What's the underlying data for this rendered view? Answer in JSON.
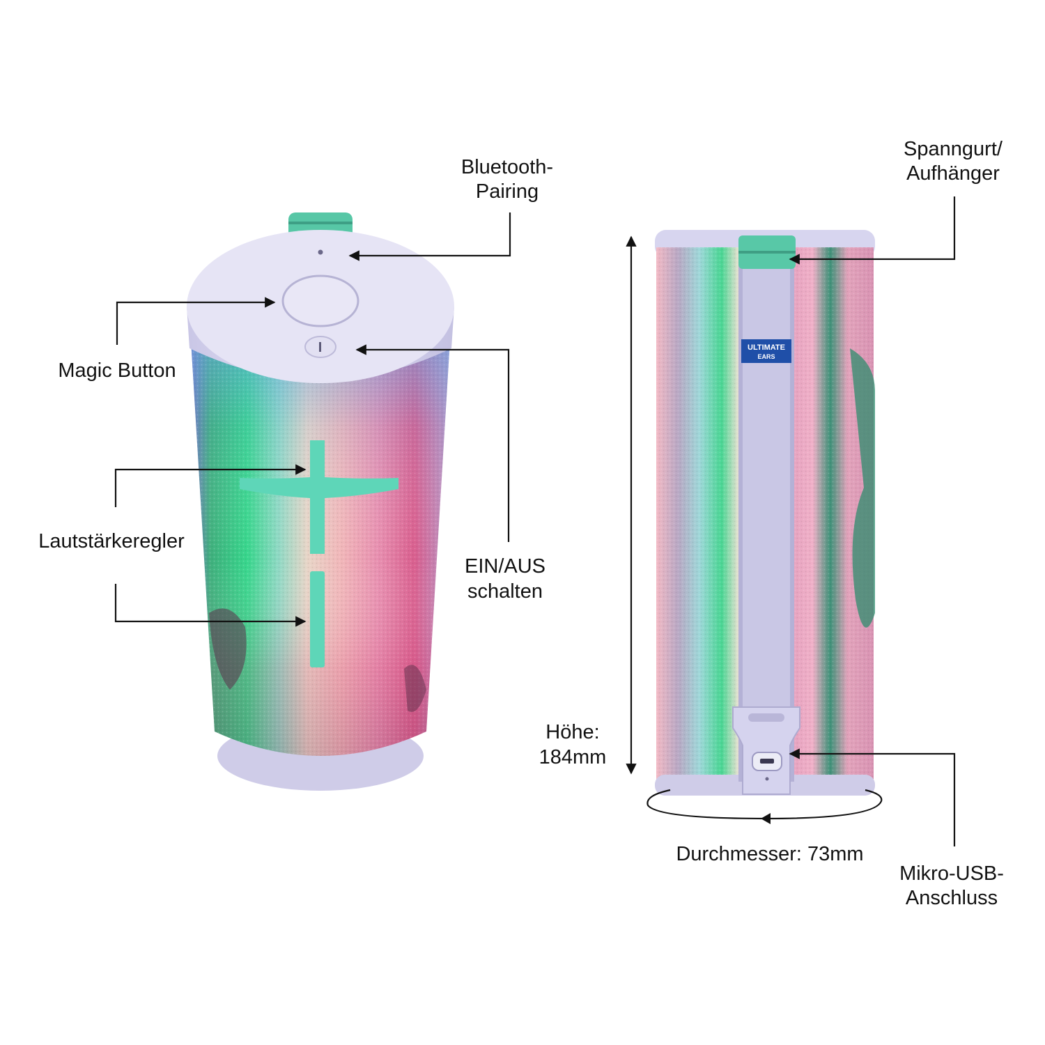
{
  "labels": {
    "bluetooth_line1": "Bluetooth-",
    "bluetooth_line2": "Pairing",
    "magic_button": "Magic Button",
    "volume": "Lautstärkeregler",
    "power_line1": "EIN/AUS",
    "power_line2": "schalten",
    "strap_line1": "Spanngurt/",
    "strap_line2": "Aufhänger",
    "height_line1": "Höhe:",
    "height_line2": "184mm",
    "diameter": "Durchmesser: 73mm",
    "usb_line1": "Mikro-USB-",
    "usb_line2": "Anschluss"
  },
  "brand": {
    "line1": "ULTIMATE",
    "line2": "EARS"
  },
  "colors": {
    "cap": "#d9d7ee",
    "cap_edge": "#b9b6d8",
    "accent_mint": "#5ed6b8",
    "strap": "#c8c6e4",
    "brand_badge": "#1f4fa8"
  }
}
